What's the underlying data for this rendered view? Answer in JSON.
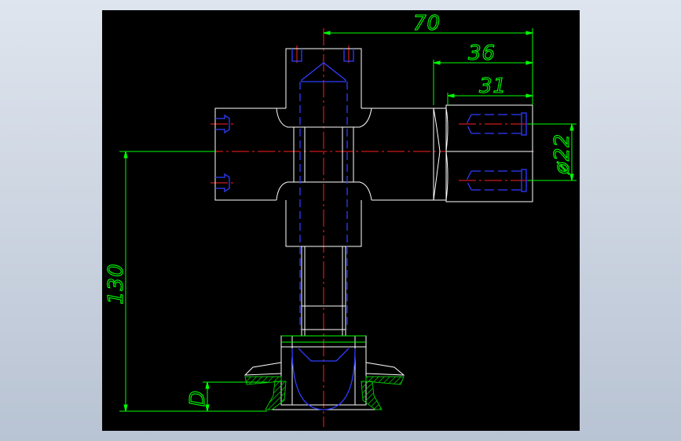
{
  "colors": {
    "background": "#000000",
    "outline": "#ffffff",
    "dimension": "#00ff00",
    "centerline": "#ff0000",
    "hidden": "#2f3cff",
    "hatch": "#00c000"
  },
  "dimensions": {
    "overall_width": "70",
    "arm_length": "36",
    "arm_inner_length": "31",
    "bore_diameter": "ø22",
    "overall_height": "130",
    "flange_depth": "D"
  }
}
